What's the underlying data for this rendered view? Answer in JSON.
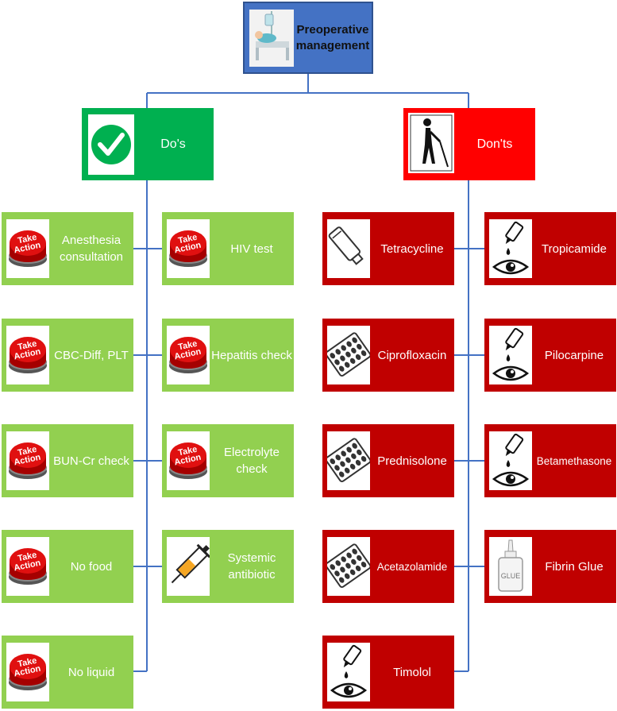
{
  "root": {
    "label": "Preoperative management",
    "icon": "patient-bed-icon"
  },
  "dos": {
    "header": {
      "label": "Do's",
      "icon": "checkmark-icon"
    },
    "items": [
      {
        "label": "Anesthesia consultation",
        "icon": "take-action-button-icon"
      },
      {
        "label": "HIV test",
        "icon": "take-action-button-icon"
      },
      {
        "label": "CBC-Diff, PLT",
        "icon": "take-action-button-icon"
      },
      {
        "label": "Hepatitis check",
        "icon": "take-action-button-icon"
      },
      {
        "label": "BUN-Cr check",
        "icon": "take-action-button-icon"
      },
      {
        "label": "Electrolyte check",
        "icon": "take-action-button-icon"
      },
      {
        "label": "No food",
        "icon": "take-action-button-icon"
      },
      {
        "label": "Systemic antibiotic",
        "icon": "syringe-icon"
      },
      {
        "label": "No liquid",
        "icon": "take-action-button-icon"
      }
    ]
  },
  "donts": {
    "header": {
      "label": "Don'ts",
      "icon": "blind-person-icon"
    },
    "items": [
      {
        "label": "Tetracycline",
        "icon": "ointment-tube-icon"
      },
      {
        "label": "Tropicamide",
        "icon": "eye-drop-icon"
      },
      {
        "label": "Ciprofloxacin",
        "icon": "pill-blister-icon"
      },
      {
        "label": "Pilocarpine",
        "icon": "eye-drop-icon"
      },
      {
        "label": "Prednisolone",
        "icon": "pill-blister-icon"
      },
      {
        "label": "Betamethasone",
        "icon": "eye-drop-icon"
      },
      {
        "label": "Acetazolamide",
        "icon": "pill-blister-icon"
      },
      {
        "label": "Fibrin Glue",
        "icon": "glue-bottle-icon"
      },
      {
        "label": "Timolol",
        "icon": "eye-drop-icon"
      }
    ]
  },
  "take_action_text": "Take Action",
  "glue_text": "GLUE",
  "colors": {
    "root": "#4472c4",
    "dos": "#92d050",
    "donts": "#c00000",
    "connector": "#4472c4"
  }
}
